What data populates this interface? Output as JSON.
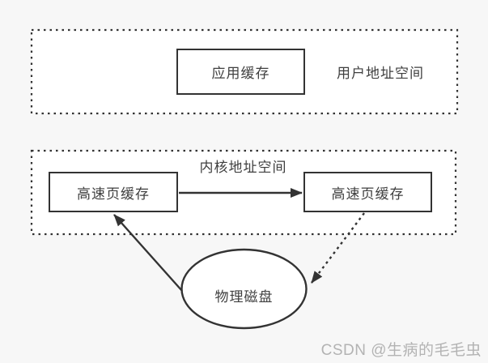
{
  "diagram": {
    "user_space": {
      "label": "用户地址空间",
      "app_cache_label": "应用缓存"
    },
    "kernel_space": {
      "label": "内核地址空间",
      "page_cache_left_label": "高速页缓存",
      "page_cache_right_label": "高速页缓存"
    },
    "disk": {
      "label": "物理磁盘"
    },
    "watermark": "CSDN @生病的毛毛虫",
    "colors": {
      "line": "#333333",
      "node_fill": "#ffffff",
      "text": "#3f3f3f",
      "watermark": "#b3b3b3",
      "background": "#f7f7f7"
    }
  }
}
